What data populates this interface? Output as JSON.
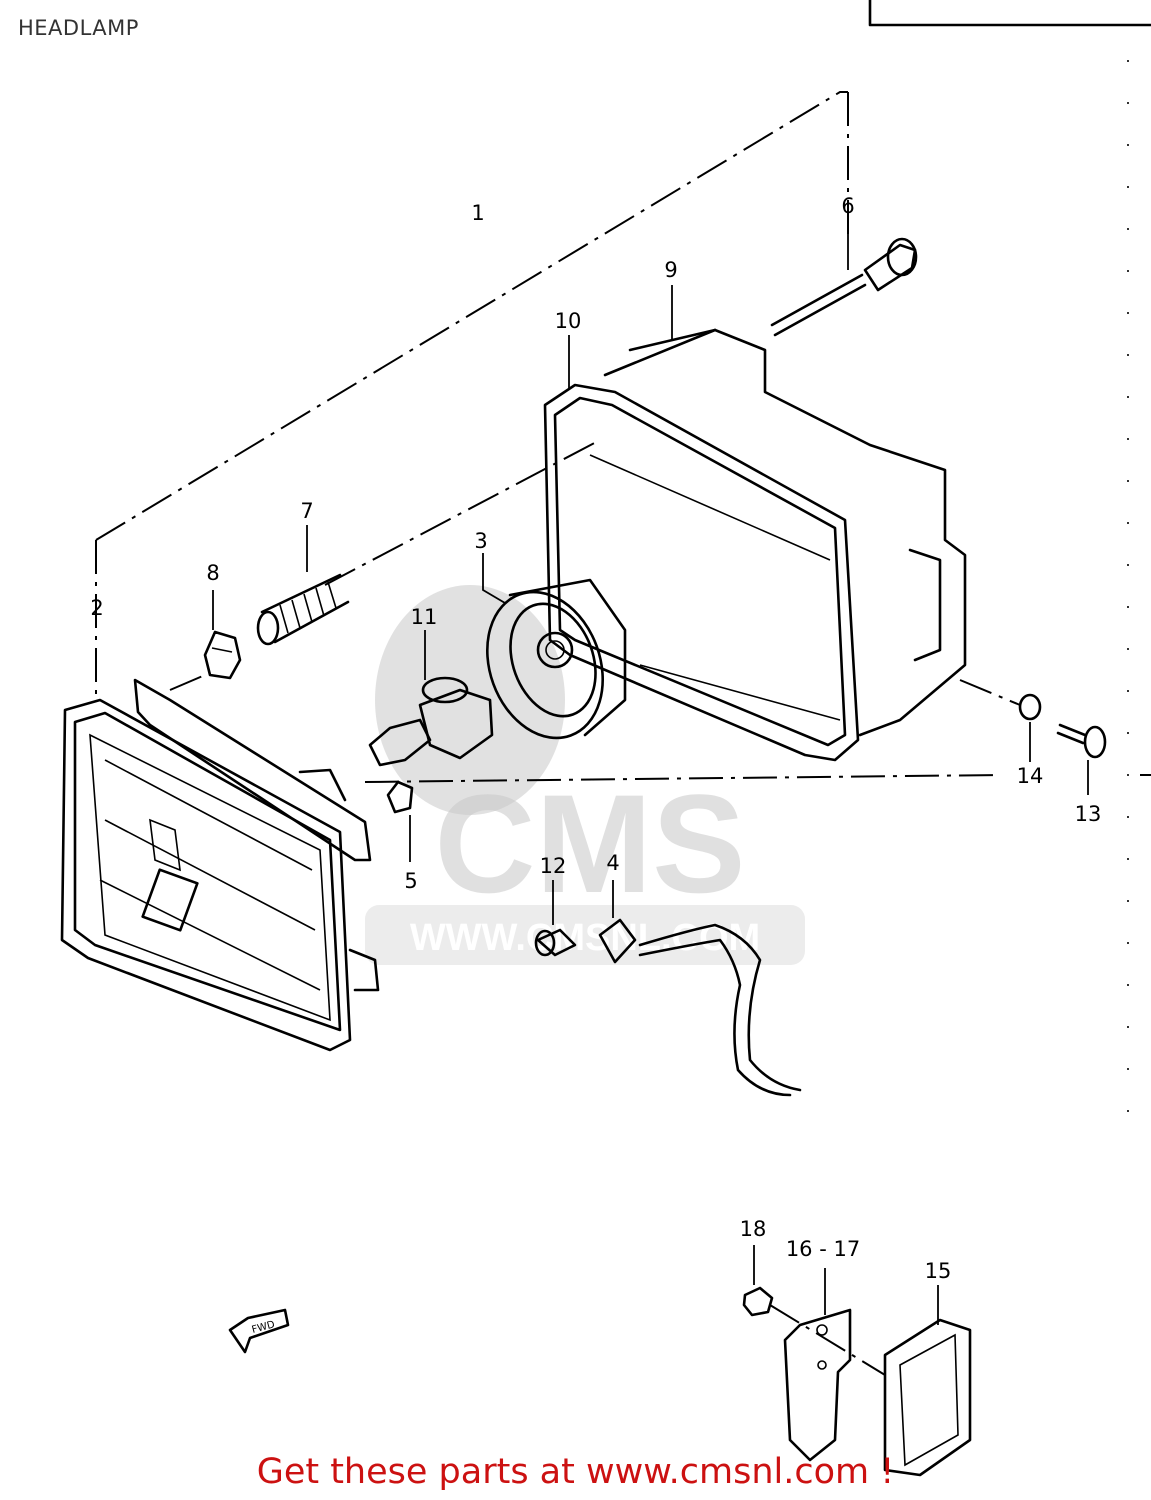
{
  "title": "HEADLAMP",
  "footer": "Get these parts at www.cmsnl.com !",
  "watermark": {
    "logo_text": "CMS",
    "url_text": "WWW.CMSNL.COM"
  },
  "fwd_label": "FWD",
  "callouts": [
    "1",
    "2",
    "3",
    "4",
    "5",
    "6",
    "7",
    "8",
    "9",
    "10",
    "11",
    "12",
    "13",
    "14",
    "15",
    "16 - 17",
    "18"
  ],
  "colors": {
    "footer": "#cc1111",
    "line": "#000000",
    "watermark": "#c8c8c8"
  }
}
